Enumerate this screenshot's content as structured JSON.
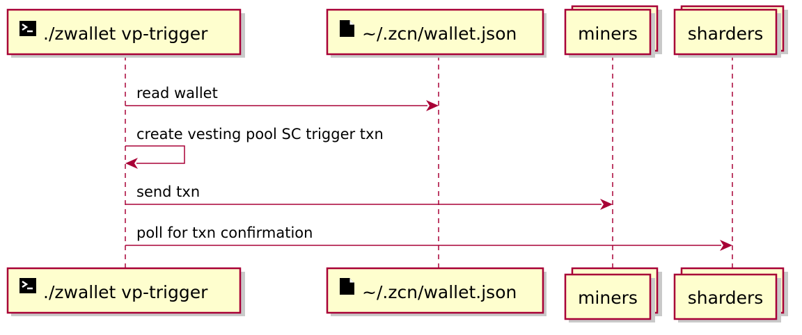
{
  "participants": [
    {
      "id": "zwallet",
      "label": "./zwallet vp-trigger",
      "icon": "terminal-icon",
      "kind": "single"
    },
    {
      "id": "wallet_json",
      "label": "~/.zcn/wallet.json",
      "icon": "file-icon",
      "kind": "single"
    },
    {
      "id": "miners",
      "label": "miners",
      "icon": "",
      "kind": "collection"
    },
    {
      "id": "sharders",
      "label": "sharders",
      "icon": "",
      "kind": "collection"
    }
  ],
  "messages": [
    {
      "from": "zwallet",
      "to": "wallet_json",
      "label": "read wallet"
    },
    {
      "from": "zwallet",
      "to": "zwallet",
      "label": "create vesting pool SC trigger txn"
    },
    {
      "from": "zwallet",
      "to": "miners",
      "label": "send txn"
    },
    {
      "from": "zwallet",
      "to": "sharders",
      "label": "poll for txn confirmation"
    }
  ],
  "colors": {
    "border": "#a80036",
    "box_fill": "#fefece",
    "shadow": "#c9c9c9"
  }
}
